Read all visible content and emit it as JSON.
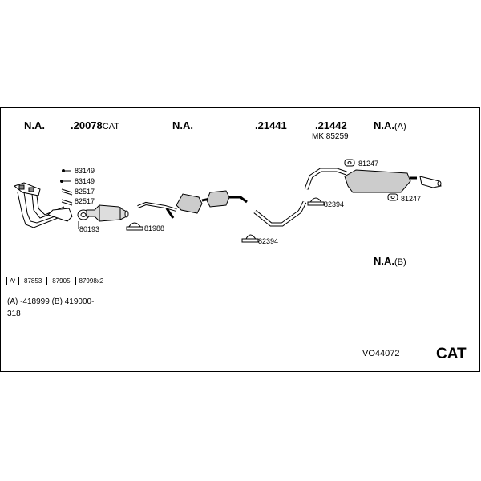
{
  "top_row": [
    {
      "id": "na-1",
      "text": "N.A.",
      "suffix": ""
    },
    {
      "id": "p20078",
      "text": ".20078",
      "suffix": "CAT"
    },
    {
      "id": "na-2",
      "text": "N.A.",
      "suffix": ""
    },
    {
      "id": "p21441",
      "text": ".21441",
      "suffix": ""
    },
    {
      "id": "p21442",
      "text": ".21442",
      "suffix": ""
    },
    {
      "id": "na-a",
      "text": "N.A.",
      "suffix": "(A)"
    }
  ],
  "mk_label": "MK 85259",
  "hardware": {
    "h83149a": "83149",
    "h83149b": "83149",
    "h82517a": "82517",
    "h82517b": "82517",
    "h80193": "80193",
    "h81988": "81988",
    "h82394a": "82394",
    "h82394b": "82394",
    "h81247a": "81247",
    "h81247b": "81247"
  },
  "na_b": {
    "text": "N.A.",
    "suffix": "(B)"
  },
  "ref_row": [
    "Λ¹",
    "87853",
    "87905",
    "87998x2"
  ],
  "notes": {
    "line1": "(A) -418999  (B) 419000-",
    "line2": "318"
  },
  "kit_code": "VO44072",
  "cat_label": "CAT"
}
